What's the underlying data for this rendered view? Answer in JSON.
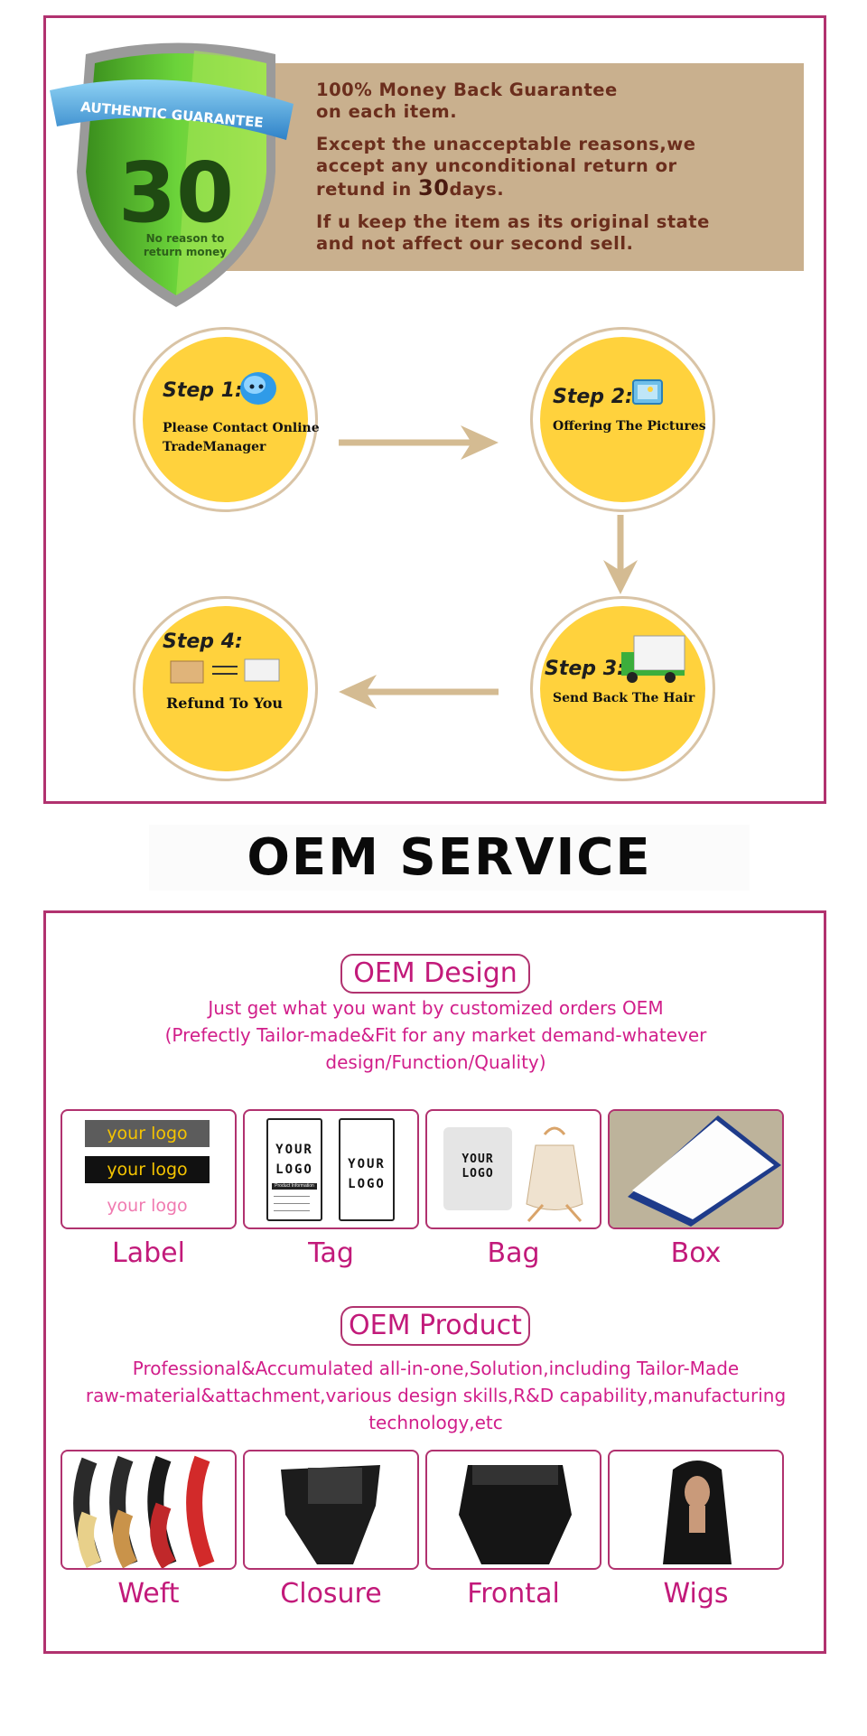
{
  "guarantee": {
    "badge_text": "AUTHENTIC GUARANTEE",
    "badge_number": "30",
    "badge_sub1": "No reason to",
    "badge_sub2": "return money",
    "line1": "100% Money Back Guarantee",
    "line2": "on each item.",
    "line3": "Except the unacceptable reasons,we",
    "line4": "accept any unconditional return or",
    "line5a": "retund in ",
    "line5b": "30",
    "line5c": "days.",
    "line6": "If u keep the item as its original state",
    "line7": "and not affect our second sell."
  },
  "steps": [
    {
      "title": "Step 1:",
      "text1": "Please Contact Online",
      "text2": "TradeManager"
    },
    {
      "title": "Step 2:",
      "text1": "Offering The Pictures",
      "text2": ""
    },
    {
      "title": "Step 3:",
      "text1": "Send Back The Hair",
      "text2": ""
    },
    {
      "title": "Step 4:",
      "text1": "Refund To You",
      "text2": ""
    }
  ],
  "oem": {
    "heading": "OEM SERVICE",
    "design_title": "OEM Design",
    "design_desc1": "Just get what you want by customized orders OEM",
    "design_desc2": "(Prefectly Tailor-made&Fit for any market demand-whatever",
    "design_desc3": "design/Function/Quality)",
    "design_items": [
      "Label",
      "Tag",
      "Bag",
      "Box"
    ],
    "logo_text": "your logo",
    "tag_logo1": "YOUR",
    "tag_logo2": "LOGO",
    "tag_info": "Product Information",
    "product_title": "OEM Product",
    "product_desc1": "Professional&Accumulated all-in-one,Solution,including Tailor-Made",
    "product_desc2": "raw-material&attachment,various design skills,R&D capability,manufacturing",
    "product_desc3": "technology,etc",
    "product_items": [
      "Weft",
      "Closure",
      "Frontal",
      "Wigs"
    ]
  },
  "colors": {
    "frame": "#b1326f",
    "accent_text": "#d11e8a",
    "step_fill": "#ffd23d",
    "banner": "#c9b08e",
    "arrow": "#d4bb92"
  }
}
